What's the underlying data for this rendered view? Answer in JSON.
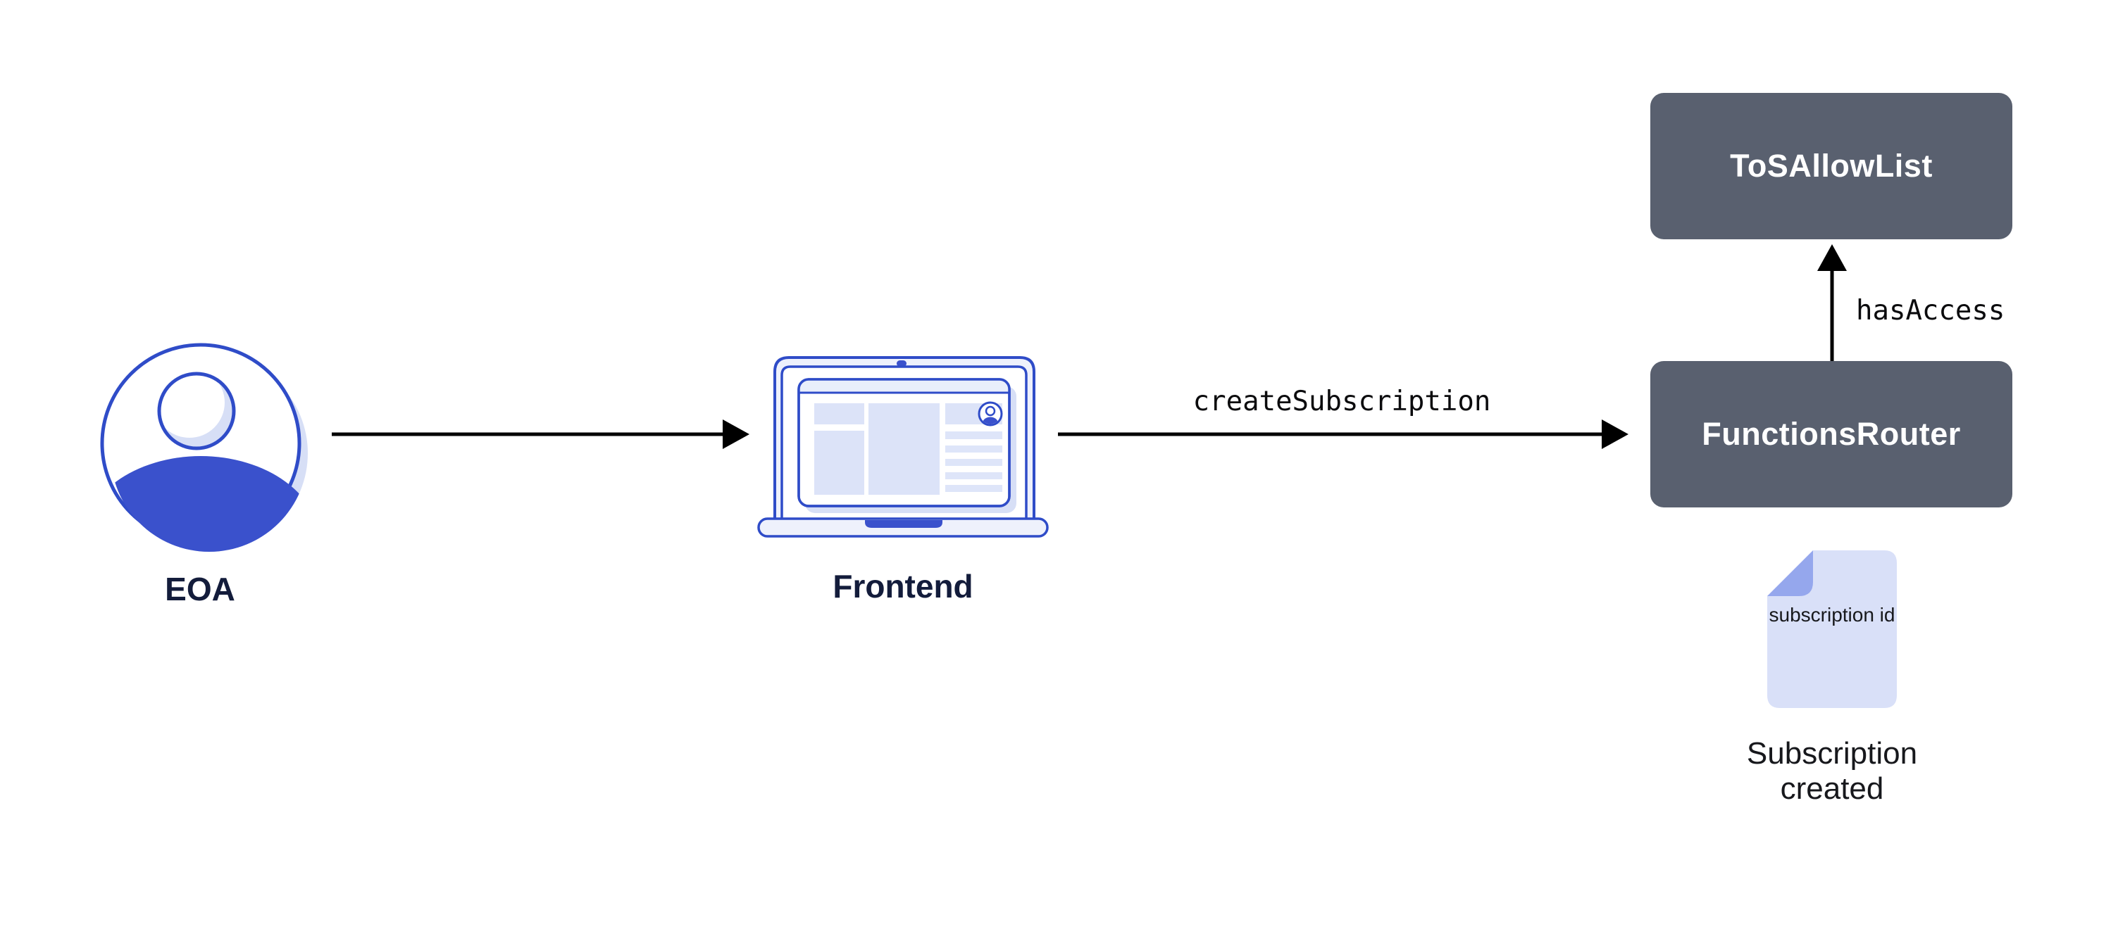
{
  "diagram": {
    "background": "#FFFFFF",
    "nodes": {
      "eoa": {
        "label": "EOA",
        "icon": "user-avatar-icon"
      },
      "frontend": {
        "label": "Frontend",
        "icon": "laptop-browser-icon"
      },
      "functions_router": {
        "label": "FunctionsRouter",
        "fill": "#59606F",
        "text_color": "#FFFFFF"
      },
      "tos_allow_list": {
        "label": "ToSAllowList",
        "fill": "#59606F",
        "text_color": "#FFFFFF"
      }
    },
    "edges": {
      "eoa_to_frontend": {
        "from": "EOA",
        "to": "Frontend",
        "label": ""
      },
      "frontend_to_functions_router": {
        "from": "Frontend",
        "to": "FunctionsRouter",
        "label": "createSubscription"
      },
      "functions_router_to_tos_allow_list": {
        "from": "FunctionsRouter",
        "to": "ToSAllowList",
        "label": "hasAccess"
      }
    },
    "artifact": {
      "icon": "document-icon",
      "doc_text": "subscription id",
      "caption": "Subscription created"
    },
    "palette": {
      "arrow_black": "#000000",
      "outline_blue": "#2F4CC8",
      "fill_blue": "#3A51CC",
      "panel_blue": "#DCE3F8",
      "shadow_blue": "#D7DFF6",
      "fold_blue": "#95A7ED",
      "contract_slate": "#59606F",
      "label_navy": "#131C3B",
      "text_black": "#17181C"
    }
  }
}
